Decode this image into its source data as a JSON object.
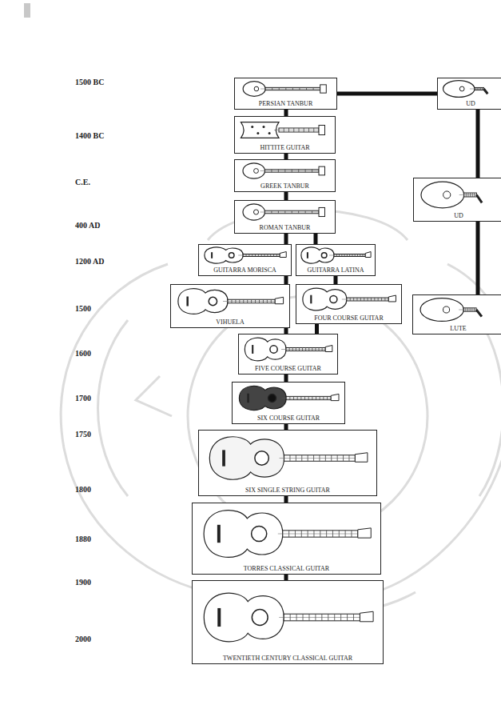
{
  "diagram": {
    "nodes": [
      {
        "text": [
          "PERSIAN TANBUR"
        ]
      },
      {
        "text": [
          "UD"
        ]
      },
      {
        "text": [
          "HITTITE GUITAR"
        ]
      },
      {
        "text": [
          "GREEK TANBUR"
        ]
      },
      {
        "text": [
          "UD"
        ]
      },
      {
        "text": [
          "ROMAN TANBUR"
        ]
      },
      {
        "text": [
          "GUITARRA MORISCA"
        ]
      },
      {
        "text": [
          "GUITARRA LATINA"
        ]
      },
      {
        "text": [
          "VIHUELA"
        ]
      },
      {
        "text": [
          "FOUR COURSE GUITAR"
        ]
      },
      {
        "text": [
          "LUTE"
        ]
      },
      {
        "text": [
          "FIVE COURSE GUITAR"
        ]
      },
      {
        "text": [
          "SIX COURSE GUITAR"
        ]
      },
      {
        "text": [
          "SIX SINGLE STRING GUITAR"
        ]
      },
      {
        "text": [
          "TORRES CLASSICAL GUITAR"
        ]
      },
      {
        "text": [
          "TWENTIETH CENTURY CLASSICAL GUITAR"
        ]
      }
    ],
    "edges": [
      {
        "from": 0,
        "to": 1,
        "arrow": "none"
      },
      {
        "from": 1,
        "to": 4,
        "arrow": "none"
      },
      {
        "from": 4,
        "to": 10,
        "arrow": "none"
      },
      {
        "from": 0,
        "to": 2,
        "arrow": "none"
      },
      {
        "from": 2,
        "to": 3,
        "arrow": "none"
      },
      {
        "from": 3,
        "to": 5,
        "arrow": "none"
      },
      {
        "from": 5,
        "to": 6,
        "arrow": "none"
      },
      {
        "from": 5,
        "to": 7,
        "arrow": "none"
      },
      {
        "from": 6,
        "to": 8,
        "arrow": "none"
      },
      {
        "from": 7,
        "to": 9,
        "arrow": "none"
      },
      {
        "from": 8,
        "to": 11,
        "arrow": "none"
      },
      {
        "from": 9,
        "to": 11,
        "arrow": "none"
      },
      {
        "from": 11,
        "to": 12,
        "arrow": "none"
      },
      {
        "from": 12,
        "to": 13,
        "arrow": "none"
      },
      {
        "from": 13,
        "to": 14,
        "arrow": "none"
      },
      {
        "from": 14,
        "to": 15,
        "arrow": "none"
      }
    ],
    "labels": [
      "1500 BC",
      "1400 BC",
      "C.E.",
      "400 AD",
      "1200 AD",
      "1500",
      "1600",
      "1700",
      "1750",
      "1800",
      "1880",
      "1900",
      "2000"
    ]
  }
}
